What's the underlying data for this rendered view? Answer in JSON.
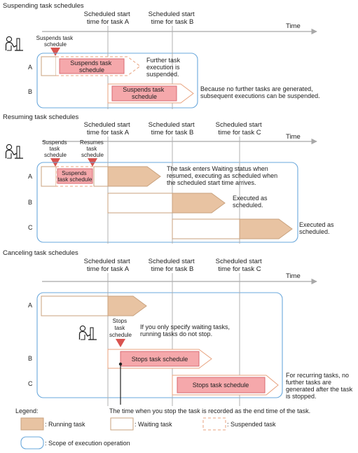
{
  "colors": {
    "running_fill": "#e8c3a2",
    "running_stroke": "#c9a27e",
    "suspend_fill": "#f5a8ab",
    "suspend_stroke": "#d96a70",
    "suspended_stroke": "#e8a27e",
    "scope_stroke": "#6aa8dc",
    "marker": "#d9534f",
    "time_axis": "#a8a8a8",
    "guide_line": "#b0b0b0"
  },
  "time_label": "Time",
  "scheduled_a": [
    "Scheduled start",
    "time for task A"
  ],
  "scheduled_b": [
    "Scheduled start",
    "time for task B"
  ],
  "scheduled_c": [
    "Scheduled start",
    "time for task C"
  ],
  "rows": {
    "a": "A",
    "b": "B",
    "c": "C"
  },
  "suspending": {
    "title": "Suspending task schedules",
    "marker_label": [
      "Suspends task",
      "schedule"
    ],
    "bar_a": [
      "Suspends task",
      "schedule"
    ],
    "note_a": [
      "Further task",
      "execution is",
      "suspended."
    ],
    "bar_b": [
      "Suspends task",
      "schedule"
    ],
    "note_b": [
      "Because no further tasks are generated,",
      "subsequent executions can be suspended."
    ]
  },
  "resuming": {
    "title": "Resuming task schedules",
    "marker_suspend": [
      "Suspends",
      "task",
      "schedule"
    ],
    "marker_resume": [
      "Resumes",
      "task",
      "schedule"
    ],
    "bar_a": [
      "Suspends",
      "task schedule"
    ],
    "note_a": [
      "The task enters Waiting status when",
      "resumed, executing as scheduled when",
      "the scheduled start time arrives."
    ],
    "note_b": [
      "Executed as",
      "scheduled."
    ],
    "note_c": [
      "Executed as",
      "scheduled."
    ]
  },
  "canceling": {
    "title": "Canceling task schedules",
    "marker_label": [
      "Stops",
      "task",
      "schedule"
    ],
    "note_marker": [
      "If you only specify waiting tasks,",
      "running tasks do not stop."
    ],
    "bar_b": "Stops task schedule",
    "bar_c": "Stops task schedule",
    "note_c": [
      "For recurring tasks, no",
      "further tasks are",
      "generated after the task",
      "is stopped."
    ],
    "note_end": "The time when you stop the task is recorded as the end time of the task."
  },
  "legend": {
    "title": "Legend:",
    "running": ": Running task",
    "waiting": ": Waiting task",
    "suspended": ": Suspended task",
    "scope": ": Scope of execution operation"
  }
}
